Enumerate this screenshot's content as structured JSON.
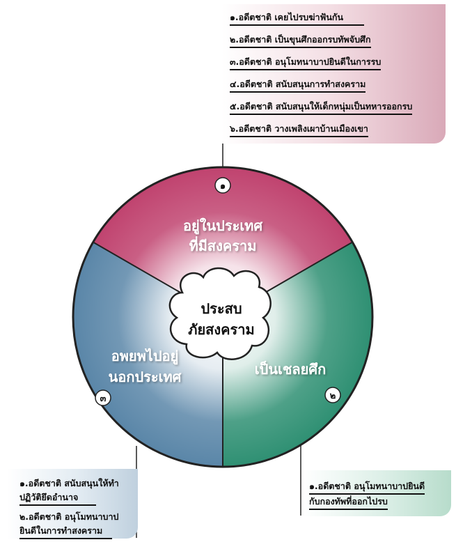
{
  "center": [
    "ประสบ",
    "ภัยสงคราม"
  ],
  "segments": [
    {
      "id": "seg-1",
      "lines": [
        "อยู่ในประเทศ",
        "ที่มีสงคราม"
      ],
      "number": "๑",
      "color": "#c0436f"
    },
    {
      "id": "seg-2",
      "lines": [
        "เป็นเชลยศึก"
      ],
      "number": "๒",
      "color": "#2f9073"
    },
    {
      "id": "seg-3",
      "lines": [
        "อพยพไปอยู่",
        "นอกประเทศ"
      ],
      "number": "๓",
      "color": "#5a86a8"
    }
  ],
  "details": {
    "top": [
      "๑.อดีตชาติ เคยไปรบฆ่าฟันกัน",
      "๒.อดีตชาติ เป็นขุนศึกออกรบทัพจับศึก",
      "๓.อดีตชาติ อนุโมทนาบาปยินดีในการรบ",
      "๔.อดีตชาติ สนับสนุนการทำสงคราม",
      "๕.อดีตชาติ สนับสนุนให้เด็กหนุ่มเป็นทหารออกรบ",
      "๖.อดีตชาติ วางเพลิงเผาบ้านเมืองเขา"
    ],
    "right": [
      [
        "๑.อดีตชาติ อนุโมทนาบาปยินดี",
        "กับกองทัพที่ออกไปรบ"
      ]
    ],
    "left": [
      [
        "๑.อดีตชาติ สนับสนุนให้ทำ",
        "ปฏิวัติยึดอำนาจ"
      ],
      [
        "๒.อดีตชาติ อนุโมทนาบาป",
        "ยินดีในการทำสงคราม"
      ]
    ]
  }
}
